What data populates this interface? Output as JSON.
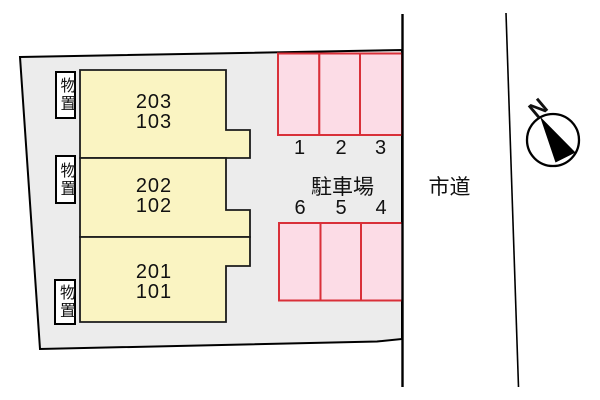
{
  "plan": {
    "building": {
      "storage_label": "物置",
      "units": [
        {
          "upper": "203",
          "lower": "103"
        },
        {
          "upper": "202",
          "lower": "102"
        },
        {
          "upper": "201",
          "lower": "101"
        }
      ]
    },
    "parking": {
      "label": "駐車場",
      "front_row_numbers": [
        "1",
        "2",
        "3"
      ],
      "back_row_numbers": [
        "6",
        "5",
        "4"
      ]
    },
    "road": {
      "label": "市道"
    },
    "compass": {
      "label": "N"
    },
    "colors": {
      "site_fill": "#ececec",
      "building_fill": "#faf4c2",
      "stall_fill": "#fcdce6",
      "stall_stroke": "#d93039",
      "outline": "#000000"
    }
  }
}
